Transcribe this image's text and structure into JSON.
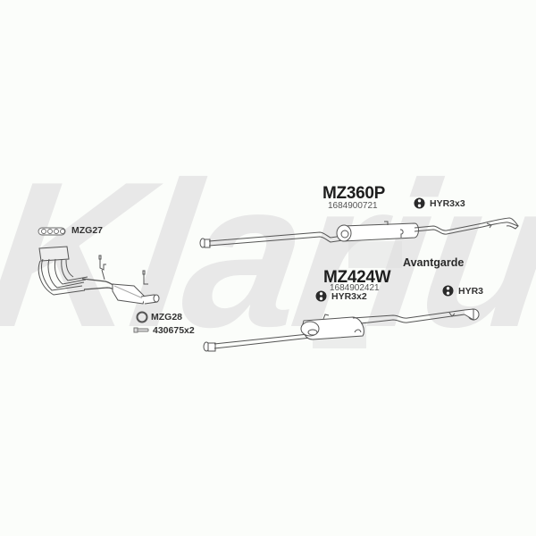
{
  "watermark": {
    "text": "Klarius",
    "color": "#e8e8e8"
  },
  "background_color": "#fbfdfa",
  "front_section": {
    "accessories": [
      {
        "code": "MZG27",
        "icon": "gasket-set-icon"
      },
      {
        "code": "MZG28",
        "icon": "ring-gasket-icon"
      },
      {
        "code": "430675x2",
        "icon": "bolt-icon"
      }
    ]
  },
  "rear_sections": [
    {
      "part_code": "MZ360P",
      "oem_number": "1684900721",
      "accessory": {
        "code": "HYR3x3",
        "icon": "rubber-hanger-icon"
      }
    },
    {
      "part_code": "MZ424W",
      "oem_number": "1684902421",
      "accessory": {
        "code": "HYR3x2",
        "icon": "rubber-hanger-icon"
      },
      "variant_label": "Avantgarde",
      "variant_accessory": {
        "code": "HYR3",
        "icon": "rubber-hanger-icon"
      }
    }
  ],
  "colors": {
    "line": "#555555",
    "part_fill": "#ffffff",
    "shade": "#d4d4d4",
    "text": "#222222"
  }
}
